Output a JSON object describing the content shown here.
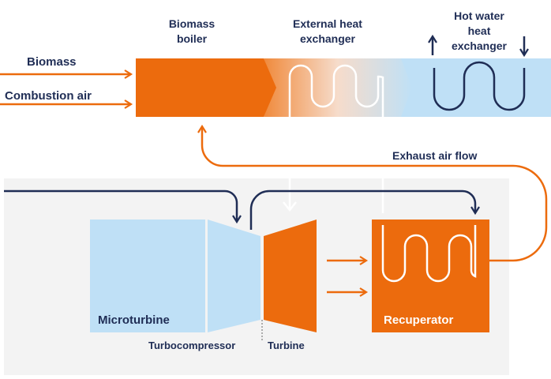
{
  "labels": {
    "biomass_boiler": "Biomass boiler",
    "external_heat_exchanger": "External heat exchanger",
    "hot_water_heat_exchanger": "Hot water heat exchanger",
    "biomass_input": "Biomass",
    "combustion_air_input": "Combustion air",
    "exhaust_air_flow": "Exhaust air flow",
    "microturbine": "Microturbine",
    "turbocompressor": "Turbocompressor",
    "turbine": "Turbine",
    "recuperator": "Recuperator"
  },
  "colors": {
    "orange": "#ec6b0d",
    "light_blue": "#bfe0f6",
    "dark_navy": "#1f2d55",
    "panel_gray": "#f3f3f3",
    "white": "#ffffff"
  }
}
